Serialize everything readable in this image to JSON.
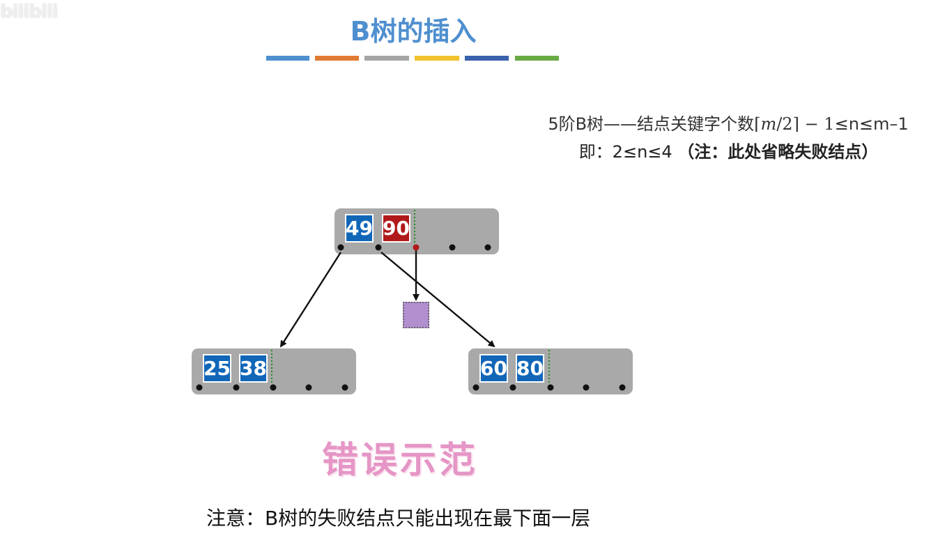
{
  "watermark": "bilibili",
  "title": "B树的插入",
  "color_bars": [
    "#4f8fcf",
    "#e07b33",
    "#a5a5a5",
    "#f2c12e",
    "#3a62ad",
    "#6aaa46"
  ],
  "formula": {
    "prefix": "5阶B树——结点关键字个数",
    "lceil": "⌈",
    "m": "m",
    "slash_two": "/2",
    "rceil": "⌉",
    "minus_one": " − 1",
    "suffix": "≤n≤m–1"
  },
  "note": {
    "lead": "即：2≤n≤4 ",
    "bold": "（注：此处省略失败结点）"
  },
  "nodes": {
    "root": {
      "keys": [
        "49",
        "90"
      ]
    },
    "left": {
      "keys": [
        "25",
        "38"
      ]
    },
    "right": {
      "keys": [
        "60",
        "80"
      ]
    }
  },
  "stamp": "错误示范",
  "footer": "注意：B树的失败结点只能出现在最下面一层"
}
